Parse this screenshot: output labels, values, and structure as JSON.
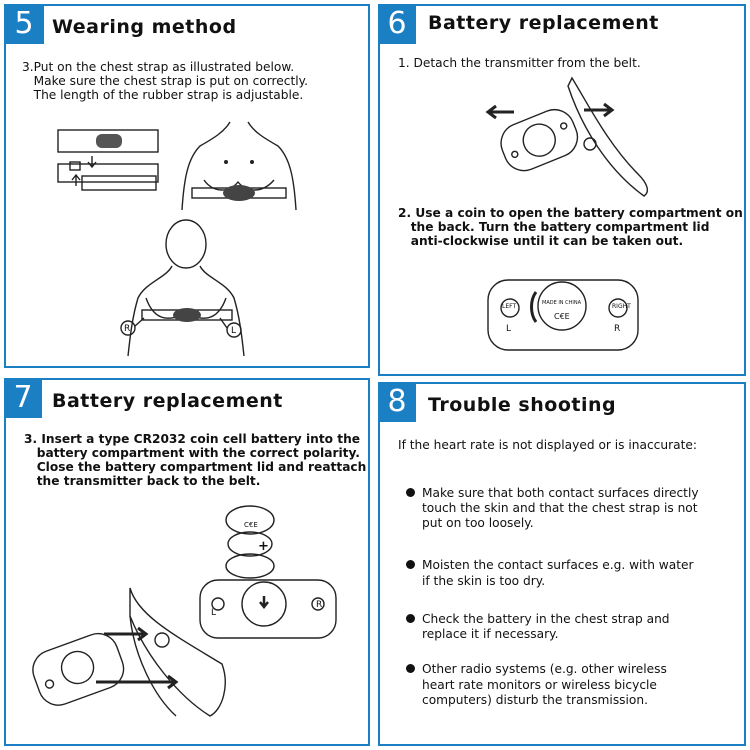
{
  "p5": {
    "num": "5",
    "title": "Wearing method",
    "l1": "3.Put on the chest strap as illustrated below.",
    "l2": "   Make sure the chest strap is put on correctly.",
    "l3": "   The length of the rubber strap is adjustable.",
    "R": "R",
    "L": "L"
  },
  "p6": {
    "num": "6",
    "title": "Battery replacement",
    "s1": "1. Detach the transmitter from the belt.",
    "s2a": "2. Use a coin to open the battery compartment on",
    "s2b": "   the back. Turn the battery compartment lid",
    "s2c": "   anti-clockwise until it can be taken out.",
    "left": "LEFT",
    "right": "RIGHT",
    "made": "MADE IN CHINA",
    "ce": "C€E",
    "L": "L",
    "R": "R"
  },
  "p7": {
    "num": "7",
    "title": "Battery replacement",
    "l1": "3. Insert a type CR2032 coin cell battery into the",
    "l2": "   battery compartment with the correct polarity.",
    "l3": "   Close the battery compartment lid and reattach",
    "l4": "   the transmitter back to the belt.",
    "plus": "+",
    "L": "L",
    "R": "R",
    "ce": "C€E"
  },
  "p8": {
    "num": "8",
    "title": "Trouble shooting",
    "intro": "If the heart rate is not displayed or is inaccurate:",
    "b1a": "Make sure that both contact surfaces directly",
    "b1b": "touch the skin and that the chest strap is not",
    "b1c": "put on too loosely.",
    "b2a": "Moisten the contact surfaces e.g. with water",
    "b2b": "if the skin is too dry.",
    "b3a": "Check the battery in the chest strap and",
    "b3b": "replace it if necessary.",
    "b4a": "Other radio systems (e.g. other wireless",
    "b4b": "heart rate monitors or wireless bicycle",
    "b4c": "computers) disturb the transmission."
  }
}
